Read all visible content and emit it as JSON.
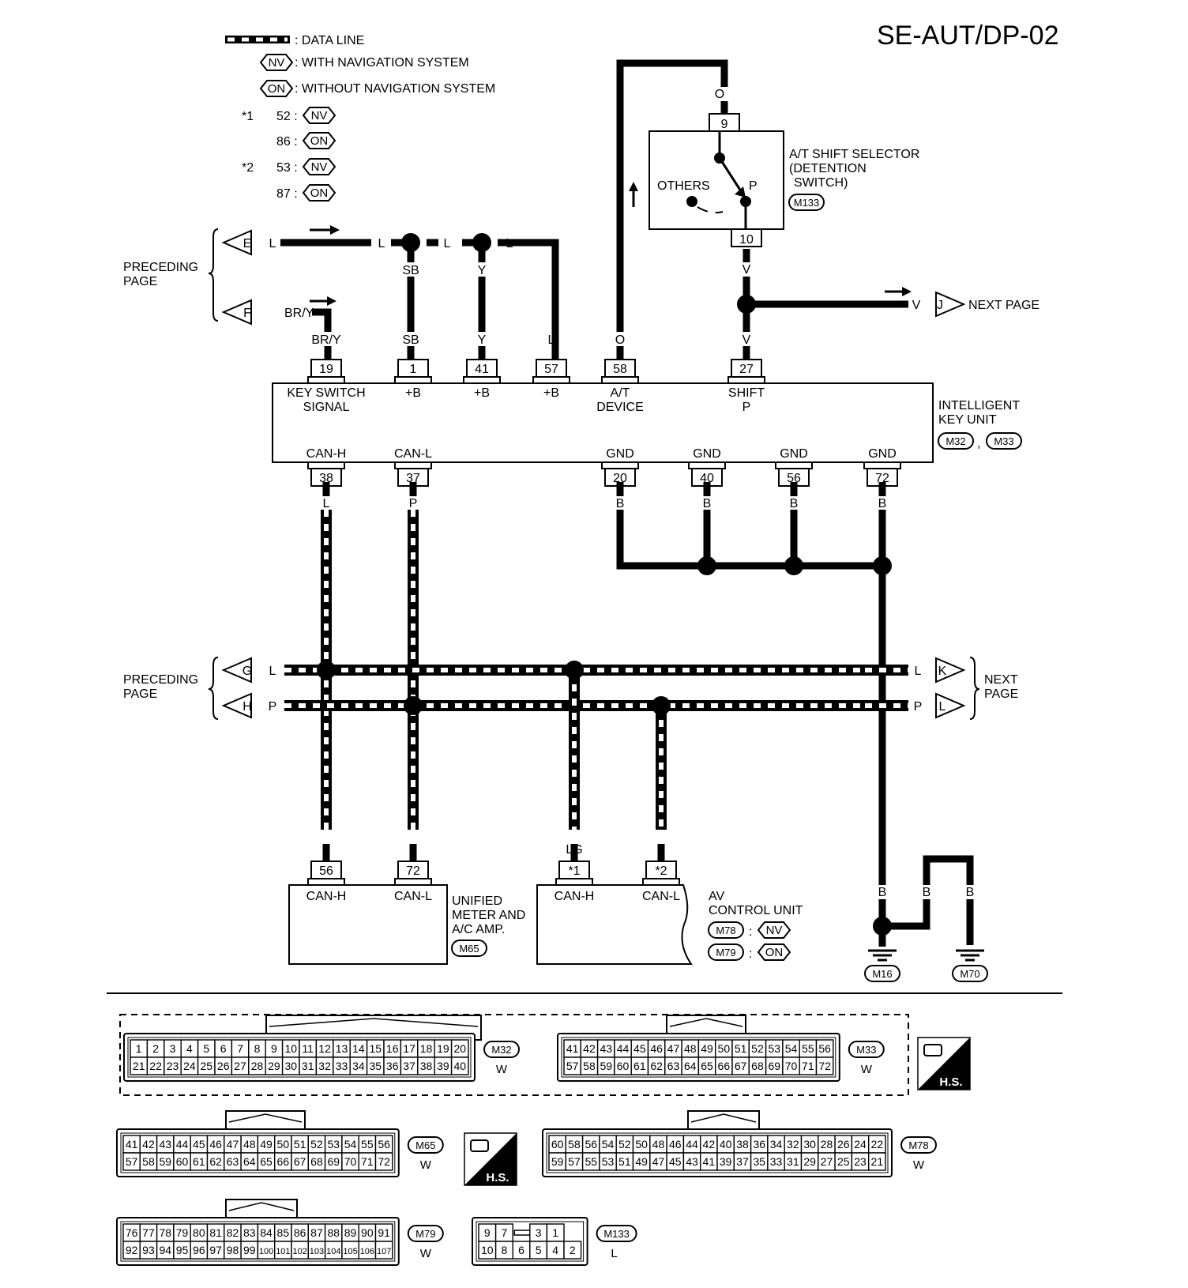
{
  "page_id": "SE-AUT/DP-02",
  "legend": {
    "data_line": ": DATA LINE",
    "nv_tag": "NV",
    "nv_desc": ": WITH NAVIGATION SYSTEM",
    "on_tag": "ON",
    "on_desc": ": WITHOUT NAVIGATION SYSTEM",
    "note1_mark": "*1",
    "note1_nv": "52 :",
    "note1_on": "86 :",
    "note2_mark": "*2",
    "note2_nv": "53 :",
    "note2_on": "87 :"
  },
  "nav": {
    "preceding_page": [
      "PRECEDING",
      "PAGE"
    ],
    "next_page_single": "NEXT PAGE",
    "next_page": [
      "NEXT",
      "PAGE"
    ],
    "conn_e": "E",
    "conn_f": "F",
    "conn_g": "G",
    "conn_h": "H",
    "conn_j": "J",
    "conn_k": "K",
    "conn_l": "L"
  },
  "wire_colors": {
    "l": "L",
    "bry": "BR/Y",
    "sb": "SB",
    "y": "Y",
    "o": "O",
    "v": "V",
    "p": "P",
    "b": "B",
    "lg": "LG"
  },
  "shift_selector": {
    "name": [
      "A/T SHIFT SELECTOR",
      "(DETENTION",
      "SWITCH)"
    ],
    "connector": "M133",
    "others": "OTHERS",
    "p": "P",
    "pin_top": "9",
    "pin_bottom": "10"
  },
  "ikey_unit": {
    "name": [
      "INTELLIGENT",
      "KEY UNIT"
    ],
    "connector_1": "M32",
    "connector_sep": ",",
    "connector_2": "M33",
    "top_pins": [
      {
        "pin": "19",
        "label": [
          "KEY SWITCH",
          "SIGNAL"
        ]
      },
      {
        "pin": "1",
        "label": [
          "+B"
        ]
      },
      {
        "pin": "41",
        "label": [
          "+B"
        ]
      },
      {
        "pin": "57",
        "label": [
          "+B"
        ]
      },
      {
        "pin": "58",
        "label": [
          "A/T",
          "DEVICE"
        ]
      },
      {
        "pin": "27",
        "label": [
          "SHIFT",
          "P"
        ]
      }
    ],
    "bottom_pins": [
      {
        "pin": "38",
        "label": "CAN-H"
      },
      {
        "pin": "37",
        "label": "CAN-L"
      },
      {
        "pin": "20",
        "label": "GND"
      },
      {
        "pin": "40",
        "label": "GND"
      },
      {
        "pin": "56",
        "label": "GND"
      },
      {
        "pin": "72",
        "label": "GND"
      }
    ]
  },
  "meter_unit": {
    "name": [
      "UNIFIED",
      "METER AND",
      "A/C AMP."
    ],
    "connector": "M65",
    "pins": [
      {
        "pin": "56",
        "label": "CAN-H"
      },
      {
        "pin": "72",
        "label": "CAN-L"
      }
    ]
  },
  "av_unit": {
    "name": [
      "AV",
      "CONTROL UNIT"
    ],
    "conn_nv": "M78",
    "conn_on": "M79",
    "sep": ":",
    "pins": [
      {
        "pin": "*1",
        "label": "CAN-H"
      },
      {
        "pin": "*2",
        "label": "CAN-L"
      }
    ]
  },
  "grounds": {
    "g1": "M16",
    "g2": "M70"
  },
  "connectors": {
    "m32": {
      "id": "M32",
      "color": "W",
      "row1": [
        "1",
        "2",
        "3",
        "4",
        "5",
        "6",
        "7",
        "8",
        "9",
        "10",
        "11",
        "12",
        "13",
        "14",
        "15",
        "16",
        "17",
        "18",
        "19",
        "20"
      ],
      "row2": [
        "21",
        "22",
        "23",
        "24",
        "25",
        "26",
        "27",
        "28",
        "29",
        "30",
        "31",
        "32",
        "33",
        "34",
        "35",
        "36",
        "37",
        "38",
        "39",
        "40"
      ]
    },
    "m33": {
      "id": "M33",
      "color": "W",
      "row1": [
        "41",
        "42",
        "43",
        "44",
        "45",
        "46",
        "47",
        "48",
        "49",
        "50",
        "51",
        "52",
        "53",
        "54",
        "55",
        "56"
      ],
      "row2": [
        "57",
        "58",
        "59",
        "60",
        "61",
        "62",
        "63",
        "64",
        "65",
        "66",
        "67",
        "68",
        "69",
        "70",
        "71",
        "72"
      ]
    },
    "m65": {
      "id": "M65",
      "color": "W",
      "row1": [
        "41",
        "42",
        "43",
        "44",
        "45",
        "46",
        "47",
        "48",
        "49",
        "50",
        "51",
        "52",
        "53",
        "54",
        "55",
        "56"
      ],
      "row2": [
        "57",
        "58",
        "59",
        "60",
        "61",
        "62",
        "63",
        "64",
        "65",
        "66",
        "67",
        "68",
        "69",
        "70",
        "71",
        "72"
      ]
    },
    "m78": {
      "id": "M78",
      "color": "W",
      "row1": [
        "60",
        "58",
        "56",
        "54",
        "52",
        "50",
        "48",
        "46",
        "44",
        "42",
        "40",
        "38",
        "36",
        "34",
        "32",
        "30",
        "28",
        "26",
        "24",
        "22"
      ],
      "row2": [
        "59",
        "57",
        "55",
        "53",
        "51",
        "49",
        "47",
        "45",
        "43",
        "41",
        "39",
        "37",
        "35",
        "33",
        "31",
        "29",
        "27",
        "25",
        "23",
        "21"
      ]
    },
    "m79": {
      "id": "M79",
      "color": "W",
      "row1": [
        "76",
        "77",
        "78",
        "79",
        "80",
        "81",
        "82",
        "83",
        "84",
        "85",
        "86",
        "87",
        "88",
        "89",
        "90",
        "91"
      ],
      "row2": [
        "92",
        "93",
        "94",
        "95",
        "96",
        "97",
        "98",
        "99",
        "100",
        "101",
        "102",
        "103",
        "104",
        "105",
        "106",
        "107"
      ]
    },
    "m133": {
      "id": "M133",
      "color": "L",
      "row1": [
        "9",
        "7",
        "",
        "3",
        "1"
      ],
      "row2": [
        "10",
        "8",
        "6",
        "5",
        "4",
        "2"
      ]
    }
  },
  "hs_label": "H.S."
}
